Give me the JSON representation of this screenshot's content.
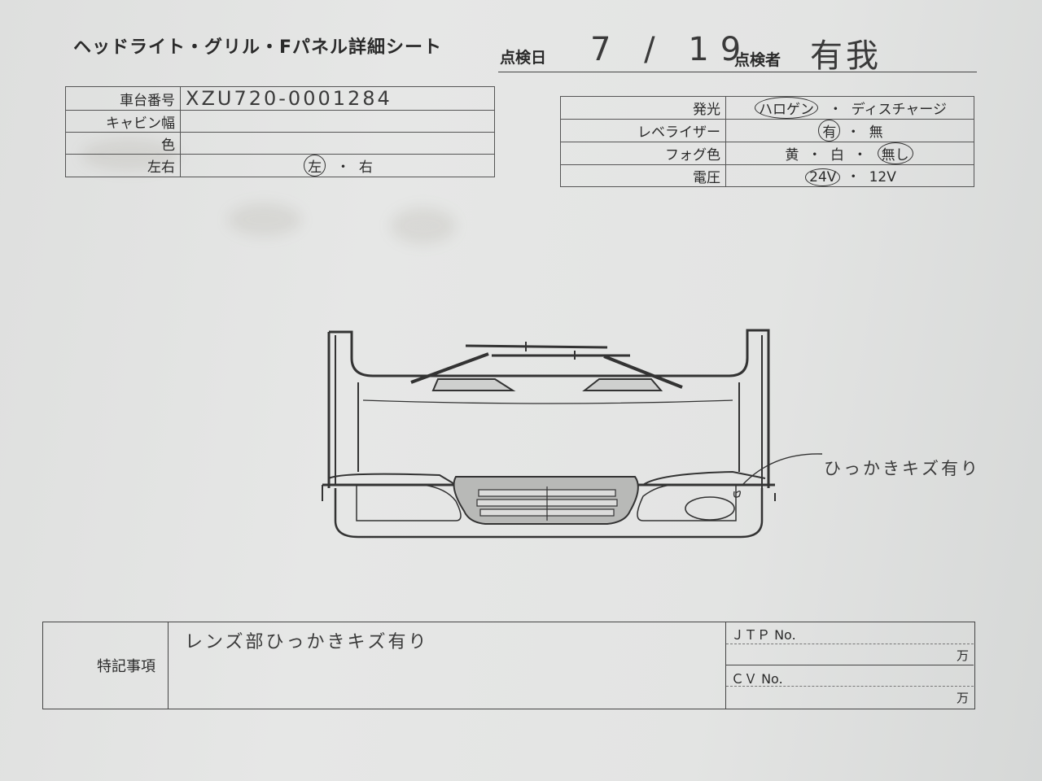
{
  "header": {
    "title": "ヘッドライト・グリル・Fパネル詳細シート",
    "inspection_date_label": "点検日",
    "inspection_date_value": "7 / 19",
    "inspector_label": "点検者",
    "inspector_value": "有我"
  },
  "left_table": {
    "rows": [
      {
        "label": "車台番号",
        "value": "XZU720-0001284"
      },
      {
        "label": "キャビン幅",
        "value": ""
      },
      {
        "label": "色",
        "value": ""
      },
      {
        "label": "左右",
        "option_a": "左",
        "separator": "・",
        "option_b": "右"
      }
    ]
  },
  "right_table": {
    "rows": [
      {
        "label": "発光",
        "option_a": "ハロゲン",
        "separator": "・",
        "option_b": "ディスチャージ"
      },
      {
        "label": "レベライザー",
        "option_a": "有",
        "separator": "・",
        "option_b": "無"
      },
      {
        "label": "フォグ色",
        "option_a": "黄",
        "sep1": "・",
        "option_b": "白",
        "sep2": "・",
        "option_c": "無し"
      },
      {
        "label": "電圧",
        "option_a": "24V",
        "separator": "・",
        "option_b": "12V"
      }
    ]
  },
  "diagram": {
    "annotation": "ひっかきキズ有り"
  },
  "bottom": {
    "notes_label": "特記事項",
    "notes_value": "レンズ部ひっかきキズ有り",
    "jtp_label": "ＪＴＰ No.",
    "jtp_unit": "万",
    "cv_label": "ＣＶ No.",
    "cv_unit": "万"
  }
}
